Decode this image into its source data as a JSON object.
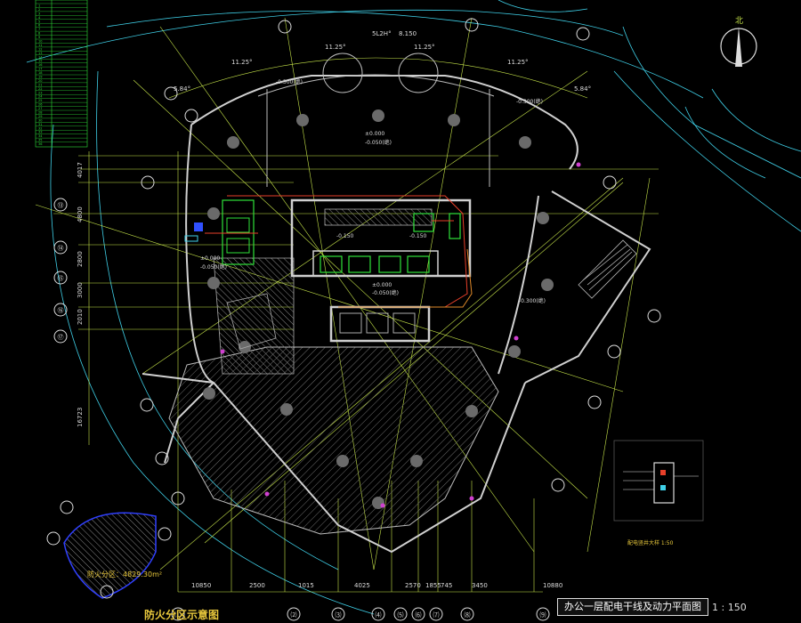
{
  "drawing": {
    "title": "办公一层配电干线及动力平面图",
    "scale": "1 : 150",
    "fire_zone_caption": "防火分区示意图",
    "fire_zone_label": "防火分区：4829.30m²",
    "north_arrow_label": "北",
    "inset_caption": "配电竖井大样 1:50"
  },
  "dimensions": {
    "bottom": [
      "10850",
      "2500",
      "1015",
      "4025",
      "2570",
      "1855",
      "745",
      "3450",
      "10880"
    ],
    "left": [
      "4017",
      "4800",
      "2800",
      "3000",
      "2010",
      "16723"
    ],
    "top_angles": [
      "11.25°",
      "11.25°",
      "11.25°",
      "11.25°",
      "5.84°",
      "5.84°"
    ],
    "top_misc": [
      "5L2H°",
      "8.150"
    ]
  },
  "levels": [
    {
      "text": "-0.300(绝)"
    },
    {
      "text": "-0.300(绝)"
    },
    {
      "text": "±0.000"
    },
    {
      "text": "-0.050(绝)"
    },
    {
      "text": "±0.000"
    },
    {
      "text": "-0.050(绝)"
    },
    {
      "text": "±0.000"
    },
    {
      "text": "-0.050(绝)"
    },
    {
      "text": "-0.300(绝)"
    },
    {
      "text": "-0.150"
    },
    {
      "text": "-0.150"
    }
  ],
  "axis_bubbles": {
    "bottom": [
      "⑴",
      "⑵",
      "⑶",
      "⑷",
      "⑸",
      "⑹",
      "⑺",
      "⑻",
      "⑼"
    ],
    "left": [
      "⑬",
      "⑭",
      "⑮",
      "⑯",
      "⑰"
    ]
  },
  "table_rows": [
    "1",
    "2",
    "3",
    "4",
    "5",
    "6",
    "7",
    "8",
    "9",
    "10",
    "11",
    "12",
    "13",
    "14",
    "15",
    "16",
    "17",
    "18",
    "19",
    "20",
    "21",
    "22",
    "23",
    "24",
    "25",
    "26",
    "27",
    "28",
    "29",
    "30",
    "31",
    "32",
    "33",
    "34",
    "35",
    "36"
  ],
  "colors": {
    "grid": "#c8e64a",
    "cyan": "#3fd0e8",
    "hatch": "#8a8a8a",
    "wall": "#d0d0d0",
    "equip": "#2fe23a",
    "cable_red": "#e8402a",
    "cable_orange": "#e08a2a",
    "magenta": "#d040d0",
    "zone_blue": "#3040ff",
    "yellow": "#e8c83c"
  }
}
